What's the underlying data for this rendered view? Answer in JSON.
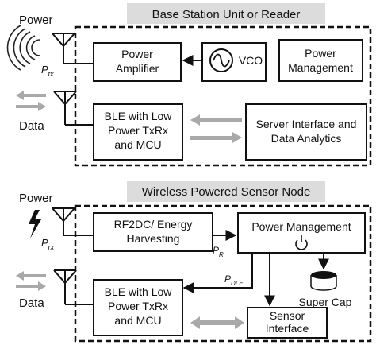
{
  "top": {
    "title": "Base Station Unit or Reader",
    "power_label": "Power",
    "power_symbol": "P",
    "power_subscript": "tx",
    "data_label": "Data",
    "power_amplifier": [
      "Power",
      "Amplifier"
    ],
    "vco_label": "VCO",
    "power_management": [
      "Power",
      "Management"
    ],
    "ble": [
      "BLE with Low",
      "Power TxRx",
      "and MCU"
    ],
    "server": [
      "Server Interface and",
      "Data Analytics"
    ]
  },
  "bottom": {
    "title": "Wireless Powered Sensor Node",
    "power_label": "Power",
    "power_symbol": "P",
    "power_subscript": "rx",
    "data_label": "Data",
    "rf2dc": [
      "RF2DC/ Energy",
      "Harvesting"
    ],
    "pr_symbol": "P",
    "pr_subscript": "R",
    "pdle_symbol": "P",
    "pdle_subscript": "DLE",
    "power_management": "Power Management",
    "super_cap": "Super Cap",
    "ble": [
      "BLE with Low",
      "Power TxRx",
      "and MCU"
    ],
    "sensor": [
      "Sensor",
      "Interface"
    ]
  },
  "colors": {
    "title_bg": "#dcdcdc",
    "gray_arrow": "#a9a9a9",
    "ink": "#111111"
  }
}
